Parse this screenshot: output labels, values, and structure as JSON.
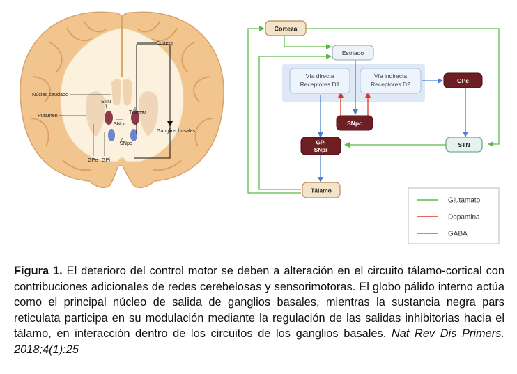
{
  "brain_labels": {
    "corteza": "Corteza",
    "nucleo_caudado": "Núcleo caudado",
    "stn": "STN",
    "talamo": "Tálamo",
    "putamen": "Putamen",
    "snpr": "SNpr",
    "ganglios_basales": "Ganglios basales",
    "snpc": "SNpc",
    "gpe": "GPe",
    "gpi": "GPi"
  },
  "nodes": {
    "corteza": "Corteza",
    "estriado": "Estriado",
    "via_directa_1": "Vía directa",
    "via_directa_2": "Receptores D1",
    "via_indirecta_1": "Vía indirecta",
    "via_indirecta_2": "Receptores D2",
    "gpe": "GPe",
    "snpc": "SNpc",
    "gpi_1": "GPi",
    "gpi_2": "SNpr",
    "stn": "STN",
    "talamo": "Tálamo"
  },
  "legend": {
    "items": [
      {
        "label": "Glutamato",
        "color": "#5fb94a"
      },
      {
        "label": "Dopamina",
        "color": "#d9352b"
      },
      {
        "label": "GABA",
        "color": "#4a7fd4"
      }
    ]
  },
  "caption": {
    "figure_label": "Figura 1.",
    "text": " El deterioro del control motor se deben a alteración en el circuito tálamo-cortical con contribuciones adicionales de redes cerebelosas y sensorimotoras. El globo pálido interno actúa como el principal núcleo de salida de ganglios basales, mientras la sustancia negra pars reticulata participa en su modulación mediante la regulación de las salidas inhibitorias hacia el tálamo, en interacción dentro de los circuitos de los ganglios basales. ",
    "citation": "Nat Rev Dis Primers. 2018;4(1):25"
  }
}
